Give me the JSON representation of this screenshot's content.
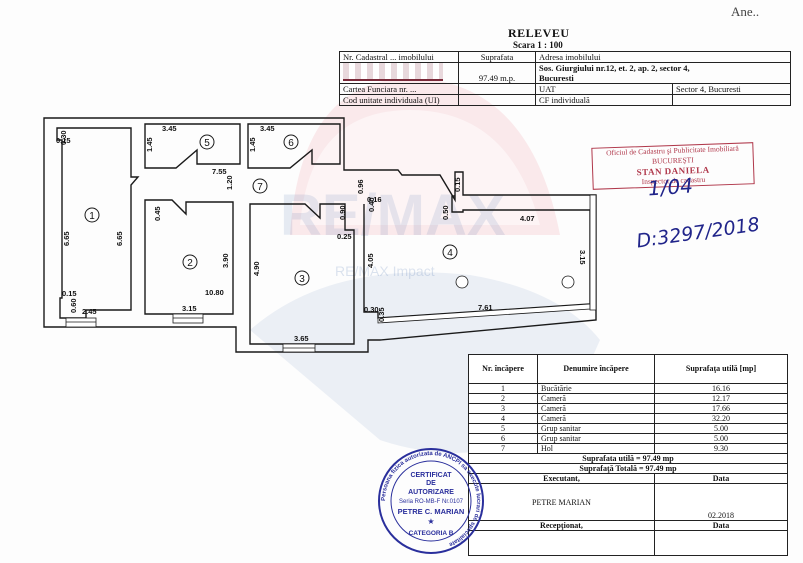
{
  "annex_label": "Ane..",
  "title": "RELEVEU",
  "scale": "Scara 1 : 100",
  "header_table": {
    "col1_header": "Nr. Cadastral ... imobilului",
    "col2_header": "Suprafata",
    "col3_header": "Adresa imobilului",
    "cadastral_number": "[redacted]",
    "surface": "97.49 m.p.",
    "address_line1": "Sos. Giurgiului nr.12, et. 2, ap. 2, sector 4,",
    "address_line2": "Bucuresti",
    "carte_funciara_label": "Cartea Funciara nr. ...",
    "uat_label": "UAT",
    "uat_value": "Sector 4, Bucuresti",
    "cod_ui_label": "Cod unitate individuala (UI)",
    "cf_individuala_label": "CF individuală"
  },
  "floor_plan": {
    "rooms": [
      {
        "number": "1",
        "dims": [
          "6.65",
          "6.65",
          "2.45",
          "0.60",
          "0.15",
          "0.30",
          "0.15"
        ]
      },
      {
        "number": "2",
        "dims": [
          "3.90",
          "10.80",
          "3.15",
          "0.45"
        ]
      },
      {
        "number": "3",
        "dims": [
          "4.90",
          "3.65",
          "0.90",
          "0.25"
        ]
      },
      {
        "number": "4",
        "dims": [
          "4.07",
          "3.15",
          "7.61",
          "4.05",
          "0.50",
          "0.15",
          "0.30",
          "0.35",
          "0.40",
          "0.16",
          "0.96"
        ]
      },
      {
        "number": "5",
        "dims": [
          "3.45",
          "1.45"
        ]
      },
      {
        "number": "6",
        "dims": [
          "3.45",
          "1.45"
        ]
      },
      {
        "number": "7",
        "dims": [
          "7.55",
          "1.20"
        ]
      }
    ],
    "labels": {
      "r1": "1",
      "r2": "2",
      "r3": "3",
      "r4": "4",
      "r5": "5",
      "r6": "6",
      "r7": "7",
      "d_r1_h1": "6.65",
      "d_r1_h2": "6.65",
      "d_r1_w": "2.45",
      "d_r1_060": "0.60",
      "d_r1_015": "0.15",
      "d_r1_030": "0.30",
      "d_r1_015b": "0.15",
      "d_r2_h": "3.90",
      "d_r2_area": "10.80",
      "d_r2_w": "3.15",
      "d_r2_045": "0.45",
      "d_r3_h": "4.90",
      "d_r3_w": "3.65",
      "d_r3_090": "0.90",
      "d_r3_025": "0.25",
      "d_r4_top": "4.07",
      "d_r4_right": "3.15",
      "d_r4_bottom": "7.61",
      "d_r4_left": "4.05",
      "d_r4_050": "0.50",
      "d_r4_015": "0.15",
      "d_r4_030": "0.30",
      "d_r4_035": "0.35",
      "d_r4_040": "0.40",
      "d_r4_016": "0.16",
      "d_r4_096": "0.96",
      "d_r5_w": "3.45",
      "d_r5_h": "1.45",
      "d_r6_w": "3.45",
      "d_r6_h": "1.45",
      "d_r7_w": "7.55",
      "d_r7_h": "1.20"
    }
  },
  "rooms_table": {
    "headers": [
      "Nr. încăpere",
      "Denumire încăpere",
      "Suprafaţa utilă [mp]"
    ],
    "rows": [
      {
        "nr": "1",
        "name": "Bucătărie",
        "area": "16.16"
      },
      {
        "nr": "2",
        "name": "Cameră",
        "area": "12.17"
      },
      {
        "nr": "3",
        "name": "Cameră",
        "area": "17.66"
      },
      {
        "nr": "4",
        "name": "Cameră",
        "area": "32.20"
      },
      {
        "nr": "5",
        "name": "Grup sanitar",
        "area": "5.00"
      },
      {
        "nr": "6",
        "name": "Grup sanitar",
        "area": "5.00"
      },
      {
        "nr": "7",
        "name": "Hol",
        "area": "9.30"
      }
    ],
    "useful_total": "Suprafata utilă = 97.49 mp",
    "total": "Suprafaţă Totală = 97.49 mp",
    "executant_label": "Executant,",
    "executant_name": "PETRE MARIAN",
    "data_label": "Data",
    "executant_date": "02.2018",
    "receptionat_label": "Recepţionat,",
    "receptionat_data_label": "Data"
  },
  "ocpi_stamp": {
    "line1": "Oficiul de Cadastru şi Publicitate Imobiliară",
    "line2": "BUCUREŞTI",
    "name": "STAN DANIELA",
    "role": "Inspector de cadastru"
  },
  "handwritten": {
    "signature": "1/04",
    "reference": "D:3297/2018"
  },
  "authorization_stamp": {
    "ring_text": "Persoana fizica autorizata de ANCPI sa execute lucrari de specialitate",
    "line1": "CERTIFICAT",
    "line2": "DE",
    "line3": "AUTORIZARE",
    "line4": "Seria RO-MB-F Nr.0107",
    "name": "PETRE C. MARIAN",
    "category": "CATEGORIA B"
  },
  "watermark": {
    "brand": "RE/MAX",
    "sub": "RE/MAX Impact",
    "color_red": "#e3364a",
    "color_blue": "#1c4f9c"
  }
}
